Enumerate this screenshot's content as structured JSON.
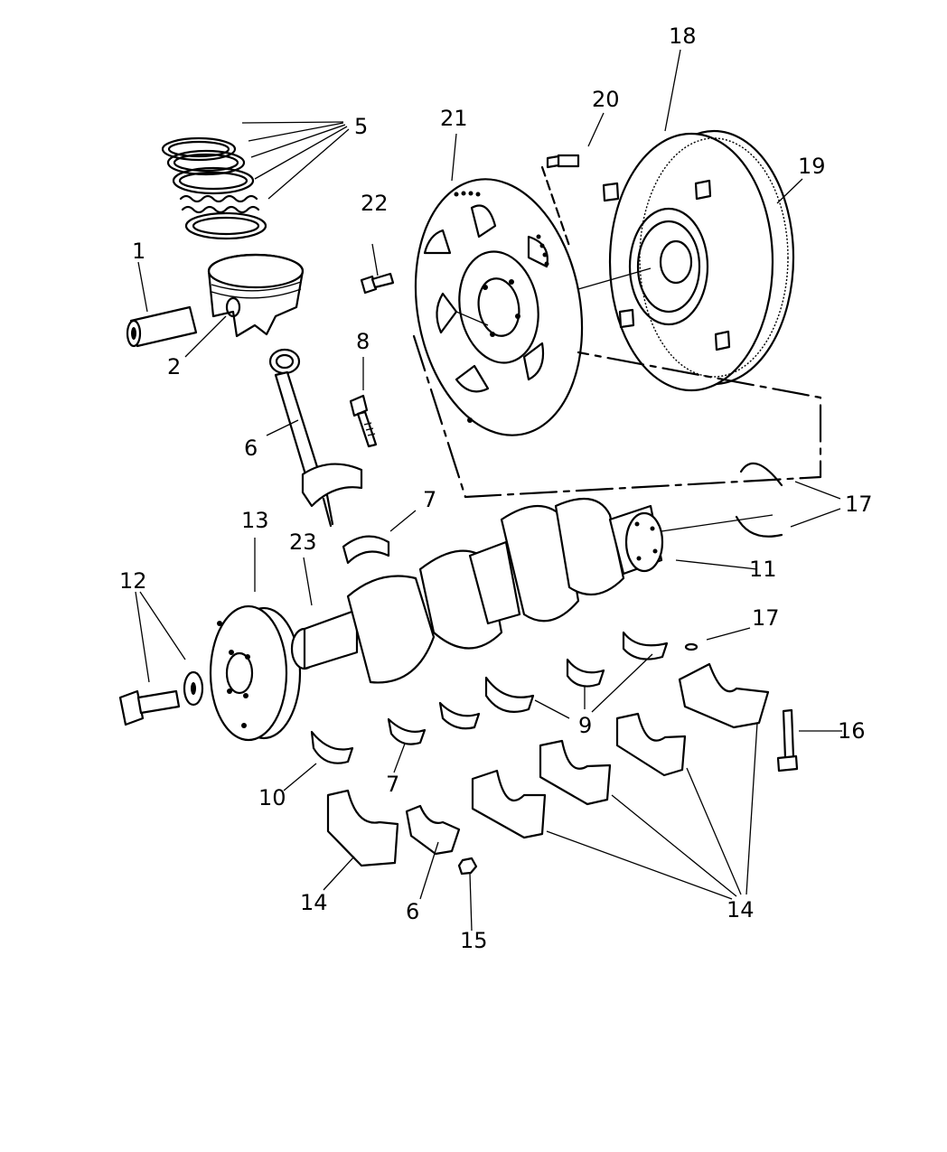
{
  "callouts": {
    "c1": "1",
    "c2": "2",
    "c5": "5",
    "c6a": "6",
    "c6b": "6",
    "c7a": "7",
    "c7b": "7",
    "c8": "8",
    "c9": "9",
    "c10": "10",
    "c11": "11",
    "c12": "12",
    "c13": "13",
    "c14a": "14",
    "c14b": "14",
    "c15": "15",
    "c16": "16",
    "c17a": "17",
    "c17b": "17",
    "c18": "18",
    "c19": "19",
    "c20": "20",
    "c21": "21",
    "c22": "22",
    "c23": "23"
  }
}
